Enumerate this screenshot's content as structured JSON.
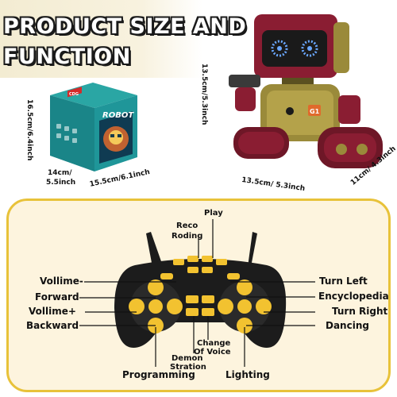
{
  "header": {
    "title_line1": "PRODUCT SIZE AND",
    "title_line2": "FUNCTION"
  },
  "box": {
    "brand": "ROBOT",
    "logo": "CDG",
    "height_label": "16.5cm/6.4inch",
    "depth_label_line1": "14cm/",
    "depth_label_line2": "5.5inch",
    "width_label": "15.5cm/6.1inch"
  },
  "robot": {
    "badge": "G1",
    "height_label": "13.5cm/5.3inch",
    "width_label": "13.5cm/ 5.3inch",
    "depth_label": "11cm/ 4.3inch"
  },
  "controller": {
    "labels": {
      "play": "Play",
      "reco_line1": "Reco",
      "reco_line2": "Roding",
      "vollime_minus": "Vollime-",
      "forward": "Forward",
      "vollime_plus": "Vollime+",
      "backward": "Backward",
      "turn_left": "Turn Left",
      "encyclopedia": "Encyclopedia",
      "turn_right": "Turn Right",
      "dancing": "Dancing",
      "change_line1": "Change",
      "change_line2": "Of Voice",
      "demon_line1": "Demon",
      "demon_line2": "Stration",
      "programming": "Programming",
      "lighting": "Lighting"
    }
  },
  "colors": {
    "accent_gold": "#e8c23a",
    "panel_cream": "#fdf4de",
    "robot_maroon": "#8a1d32",
    "robot_olive": "#9a8a3a",
    "box_teal": "#1d8c8e",
    "controller_black": "#1c1c1c",
    "button_yellow": "#f2c230"
  },
  "icons": [
    "box-image",
    "robot-image",
    "controller-image"
  ]
}
